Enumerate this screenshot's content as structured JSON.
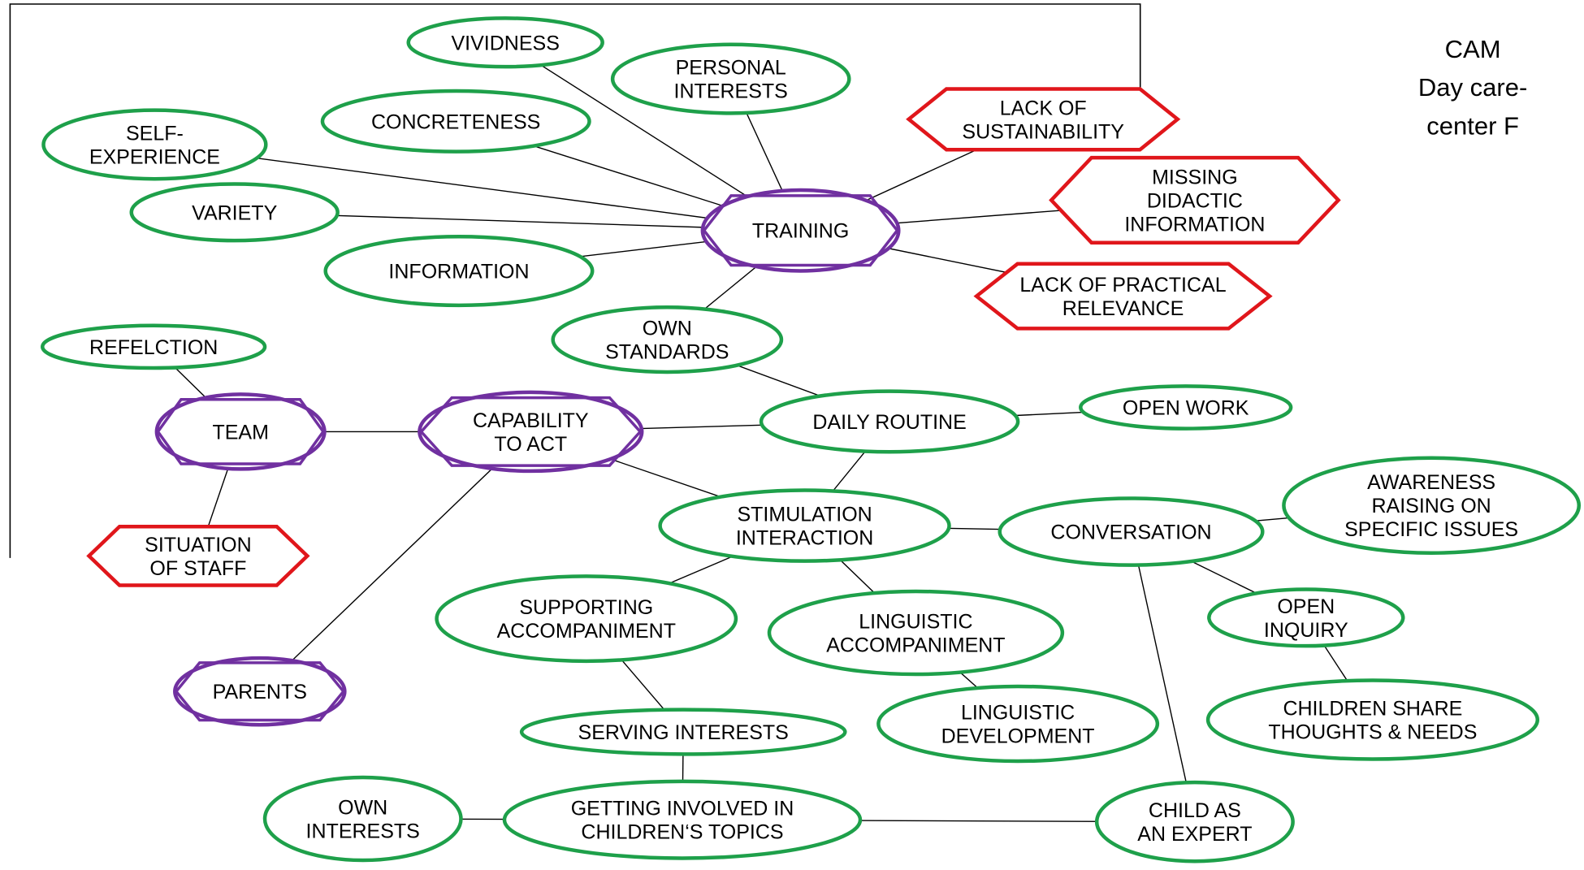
{
  "caption": [
    "CAM",
    "Day care-",
    "center F"
  ],
  "colors": {
    "concept": "#1ea04a",
    "negative": "#e0161b",
    "core": "#7030a0"
  },
  "nodes": {
    "vividness": {
      "kind": "concept",
      "lines": [
        "VIVIDNESS"
      ]
    },
    "personal_interests": {
      "kind": "concept",
      "lines": [
        "PERSONAL",
        "INTERESTS"
      ]
    },
    "concreteness": {
      "kind": "concept",
      "lines": [
        "CONCRETENESS"
      ]
    },
    "self_experience": {
      "kind": "concept",
      "lines": [
        "SELF-",
        "EXPERIENCE"
      ]
    },
    "variety": {
      "kind": "concept",
      "lines": [
        "VARIETY"
      ]
    },
    "information": {
      "kind": "concept",
      "lines": [
        "INFORMATION"
      ]
    },
    "training": {
      "kind": "core",
      "lines": [
        "TRAINING"
      ]
    },
    "lack_sustainability": {
      "kind": "negative",
      "lines": [
        "LACK OF",
        "SUSTAINABILITY"
      ]
    },
    "missing_didactic": {
      "kind": "negative",
      "lines": [
        "MISSING",
        "DIDACTIC",
        "INFORMATION"
      ]
    },
    "lack_practical": {
      "kind": "negative",
      "lines": [
        "LACK OF PRACTICAL",
        "RELEVANCE"
      ]
    },
    "own_standards": {
      "kind": "concept",
      "lines": [
        "OWN",
        "STANDARDS"
      ]
    },
    "refelction": {
      "kind": "concept",
      "lines": [
        "REFELCTION"
      ]
    },
    "team": {
      "kind": "core",
      "lines": [
        "TEAM"
      ]
    },
    "capability": {
      "kind": "core",
      "lines": [
        "CAPABILITY",
        "TO ACT"
      ]
    },
    "daily_routine": {
      "kind": "concept",
      "lines": [
        "DAILY ROUTINE"
      ]
    },
    "open_work": {
      "kind": "concept",
      "lines": [
        "OPEN WORK"
      ]
    },
    "situation_staff": {
      "kind": "negative",
      "lines": [
        "SITUATION",
        "OF STAFF"
      ]
    },
    "stimulation": {
      "kind": "concept",
      "lines": [
        "STIMULATION",
        "INTERACTION"
      ]
    },
    "conversation": {
      "kind": "concept",
      "lines": [
        "CONVERSATION"
      ]
    },
    "awareness": {
      "kind": "concept",
      "lines": [
        "AWARENESS",
        "RAISING ON",
        "SPECIFIC ISSUES"
      ]
    },
    "supporting": {
      "kind": "concept",
      "lines": [
        "SUPPORTING",
        "ACCOMPANIMENT"
      ]
    },
    "linguistic_acc": {
      "kind": "concept",
      "lines": [
        "LINGUISTIC",
        "ACCOMPANIMENT"
      ]
    },
    "open_inquiry": {
      "kind": "concept",
      "lines": [
        "OPEN",
        "INQUIRY"
      ]
    },
    "parents": {
      "kind": "core",
      "lines": [
        "PARENTS"
      ]
    },
    "linguistic_dev": {
      "kind": "concept",
      "lines": [
        "LINGUISTIC",
        "DEVELOPMENT"
      ]
    },
    "children_share": {
      "kind": "concept",
      "lines": [
        "CHILDREN SHARE",
        "THOUGHTS & NEEDS"
      ]
    },
    "serving": {
      "kind": "concept",
      "lines": [
        "SERVING INTERESTS"
      ]
    },
    "own_interests": {
      "kind": "concept",
      "lines": [
        "OWN",
        "INTERESTS"
      ]
    },
    "getting_involved": {
      "kind": "concept",
      "lines": [
        "GETTING INVOLVED IN",
        "CHILDREN‘S TOPICS"
      ]
    },
    "child_expert": {
      "kind": "concept",
      "lines": [
        "CHILD AS",
        "AN EXPERT"
      ]
    }
  },
  "edges": [
    [
      "training",
      "vividness"
    ],
    [
      "training",
      "personal_interests"
    ],
    [
      "training",
      "concreteness"
    ],
    [
      "training",
      "self_experience"
    ],
    [
      "training",
      "variety"
    ],
    [
      "training",
      "information"
    ],
    [
      "training",
      "lack_sustainability"
    ],
    [
      "training",
      "missing_didactic"
    ],
    [
      "training",
      "lack_practical"
    ],
    [
      "training",
      "own_standards"
    ],
    [
      "own_standards",
      "daily_routine"
    ],
    [
      "refelction",
      "team"
    ],
    [
      "team",
      "capability"
    ],
    [
      "team",
      "situation_staff"
    ],
    [
      "capability",
      "daily_routine"
    ],
    [
      "capability",
      "stimulation"
    ],
    [
      "capability",
      "parents"
    ],
    [
      "daily_routine",
      "open_work"
    ],
    [
      "daily_routine",
      "stimulation"
    ],
    [
      "stimulation",
      "conversation"
    ],
    [
      "stimulation",
      "supporting"
    ],
    [
      "stimulation",
      "linguistic_acc"
    ],
    [
      "conversation",
      "awareness"
    ],
    [
      "conversation",
      "open_inquiry"
    ],
    [
      "conversation",
      "child_expert"
    ],
    [
      "open_inquiry",
      "children_share"
    ],
    [
      "linguistic_acc",
      "linguistic_dev"
    ],
    [
      "supporting",
      "serving"
    ],
    [
      "serving",
      "getting_involved"
    ],
    [
      "getting_involved",
      "own_interests"
    ],
    [
      "getting_involved",
      "child_expert"
    ]
  ]
}
